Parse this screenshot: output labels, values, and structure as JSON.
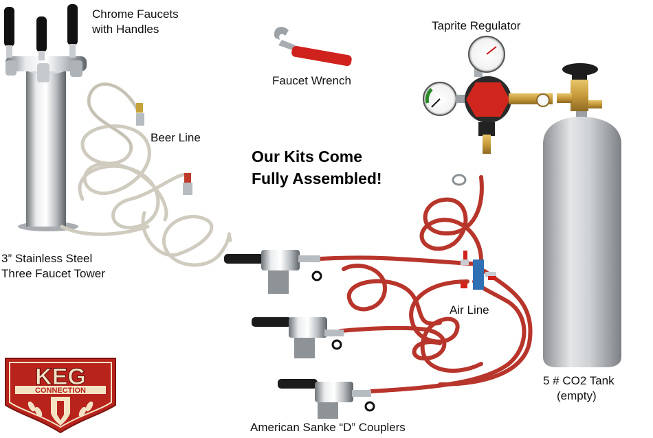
{
  "labels": {
    "faucets_l1": "Chrome Faucets",
    "faucets_l2": "with Handles",
    "wrench": "Faucet Wrench",
    "regulator": "Taprite Regulator",
    "beer_line": "Beer Line",
    "headline_l1": "Our Kits Come",
    "headline_l2": "Fully Assembled!",
    "tower_l1": "3” Stainless Steel",
    "tower_l2": "Three Faucet Tower",
    "air_line": "Air Line",
    "tank_l1": "5 # CO2 Tank",
    "tank_l2": "(empty)",
    "couplers": "American Sanke “D” Couplers"
  },
  "logo": {
    "word1": "KEG",
    "word2": "CONNECTION"
  },
  "colors": {
    "background": "#ffffff",
    "logo_red": "#b8231c",
    "logo_cream": "#f3e3c4",
    "air_line_red": "#b8352b",
    "beer_line_clear": "#cfcbbf",
    "chrome": "#c9cdd1",
    "aluminum_tank": "#c7c9cc",
    "regulator_red": "#d0261d",
    "brass": "#c79a3a"
  }
}
